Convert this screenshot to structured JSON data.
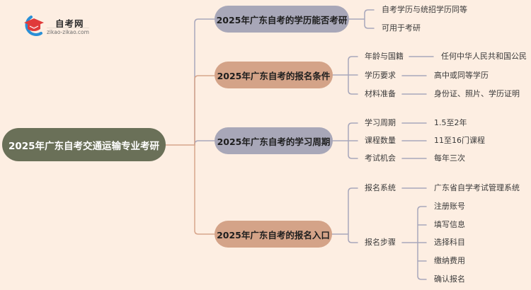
{
  "logo": {
    "name": "自考网",
    "domain": "zikao-zikao.com"
  },
  "mindmap": {
    "root": "2025年广东自考交通运输专业考研",
    "branches": [
      {
        "title": "2025年广东自考的学历能否考研",
        "color": "gray",
        "items": [
          "自考学历与统招学历同等",
          "可用于考研"
        ]
      },
      {
        "title": "2025年广东自考的报名条件",
        "color": "peach",
        "items": [
          {
            "label": "年龄与国籍",
            "value": "任何中华人民共和国公民"
          },
          {
            "label": "学历要求",
            "value": "高中或同等学历"
          },
          {
            "label": "材料准备",
            "value": "身份证、照片、学历证明"
          }
        ]
      },
      {
        "title": "2025年广东自考的学习周期",
        "color": "gray",
        "items": [
          {
            "label": "学习周期",
            "value": "1.5至2年"
          },
          {
            "label": "课程数量",
            "value": "11至16门课程"
          },
          {
            "label": "考试机会",
            "value": "每年三次"
          }
        ]
      },
      {
        "title": "2025年广东自考的报名入口",
        "color": "peach",
        "items": [
          {
            "label": "报名系统",
            "value": "广东省自学考试管理系统"
          },
          {
            "label": "报名步骤",
            "values": [
              "注册账号",
              "填写信息",
              "选择科目",
              "缴纳费用",
              "确认报名"
            ]
          }
        ]
      }
    ]
  },
  "colors": {
    "background": "#fdeee2",
    "root_fill": "#6a7058",
    "gray_fill": "#a8a7b8",
    "peach_fill": "#d4a388",
    "gray_line": "#a8a7bb",
    "peach_line": "#d7a58b",
    "logo_blue": "#2a8fd6",
    "logo_red": "#e03a3a"
  }
}
